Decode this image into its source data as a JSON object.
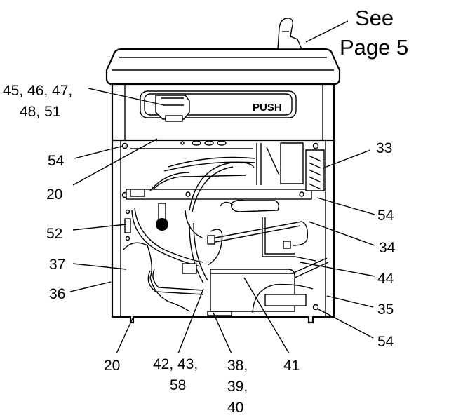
{
  "figure": {
    "see_page_line1": "See",
    "see_page_line2": "Page 5",
    "push_text": "PUSH"
  },
  "callouts": {
    "c45": "45, 46, 47,",
    "c48": "48, 51",
    "c54_top": "54",
    "c20_upper": "20",
    "c52": "52",
    "c37": "37",
    "c36": "36",
    "c20_lower": "20",
    "c42_l1": "42, 43,",
    "c42_l2": "58",
    "c38_l1": "38,",
    "c38_l2": "39,",
    "c38_l3": "40",
    "c41": "41",
    "c33": "33",
    "c54_right_upper": "54",
    "c34": "34",
    "c44": "44",
    "c35": "35",
    "c54_right_lower": "54"
  }
}
